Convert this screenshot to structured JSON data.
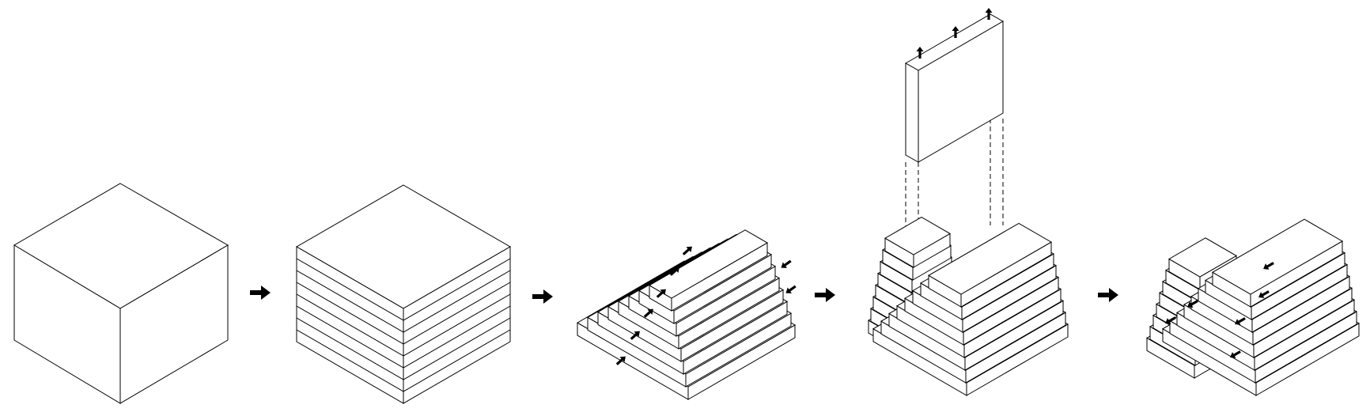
{
  "diagram": {
    "stroke_color": "#000000",
    "fill_color": "#ffffff",
    "stages": [
      {
        "name": "solid-cube"
      },
      {
        "name": "sliced-layers"
      },
      {
        "name": "stepped-terraces"
      },
      {
        "name": "split-and-lift"
      },
      {
        "name": "carved-terraces"
      }
    ],
    "connector_icon": "right-arrow-icon"
  }
}
